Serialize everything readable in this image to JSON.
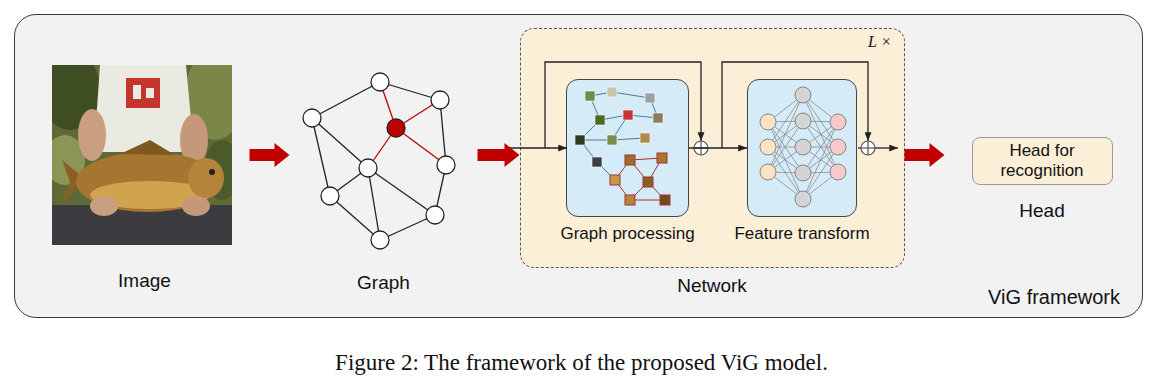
{
  "diagram": {
    "caption": "Figure 2: The framework of the proposed ViG model.",
    "nodes": [
      {
        "text": [
          "ViG framework"
        ]
      },
      {
        "text": [
          "Image"
        ],
        "in": 0
      },
      {
        "text": [
          "Graph"
        ],
        "in": 0
      },
      {
        "text": [
          "L ×",
          "Network"
        ],
        "in": 0
      },
      {
        "text": [
          "Graph processing"
        ],
        "in": 3
      },
      {
        "text": [
          "Feature transform"
        ],
        "in": 3
      },
      {
        "text": [
          "Head for recognition",
          "Head"
        ],
        "in": 0
      }
    ],
    "edges": [
      {
        "from": 1,
        "to": 2,
        "arrow": "to"
      },
      {
        "from": 2,
        "to": 3,
        "arrow": "to"
      },
      {
        "from": 3,
        "to": 6,
        "arrow": "to"
      },
      {
        "from": 4,
        "to": 5,
        "arrow": "to"
      }
    ]
  }
}
